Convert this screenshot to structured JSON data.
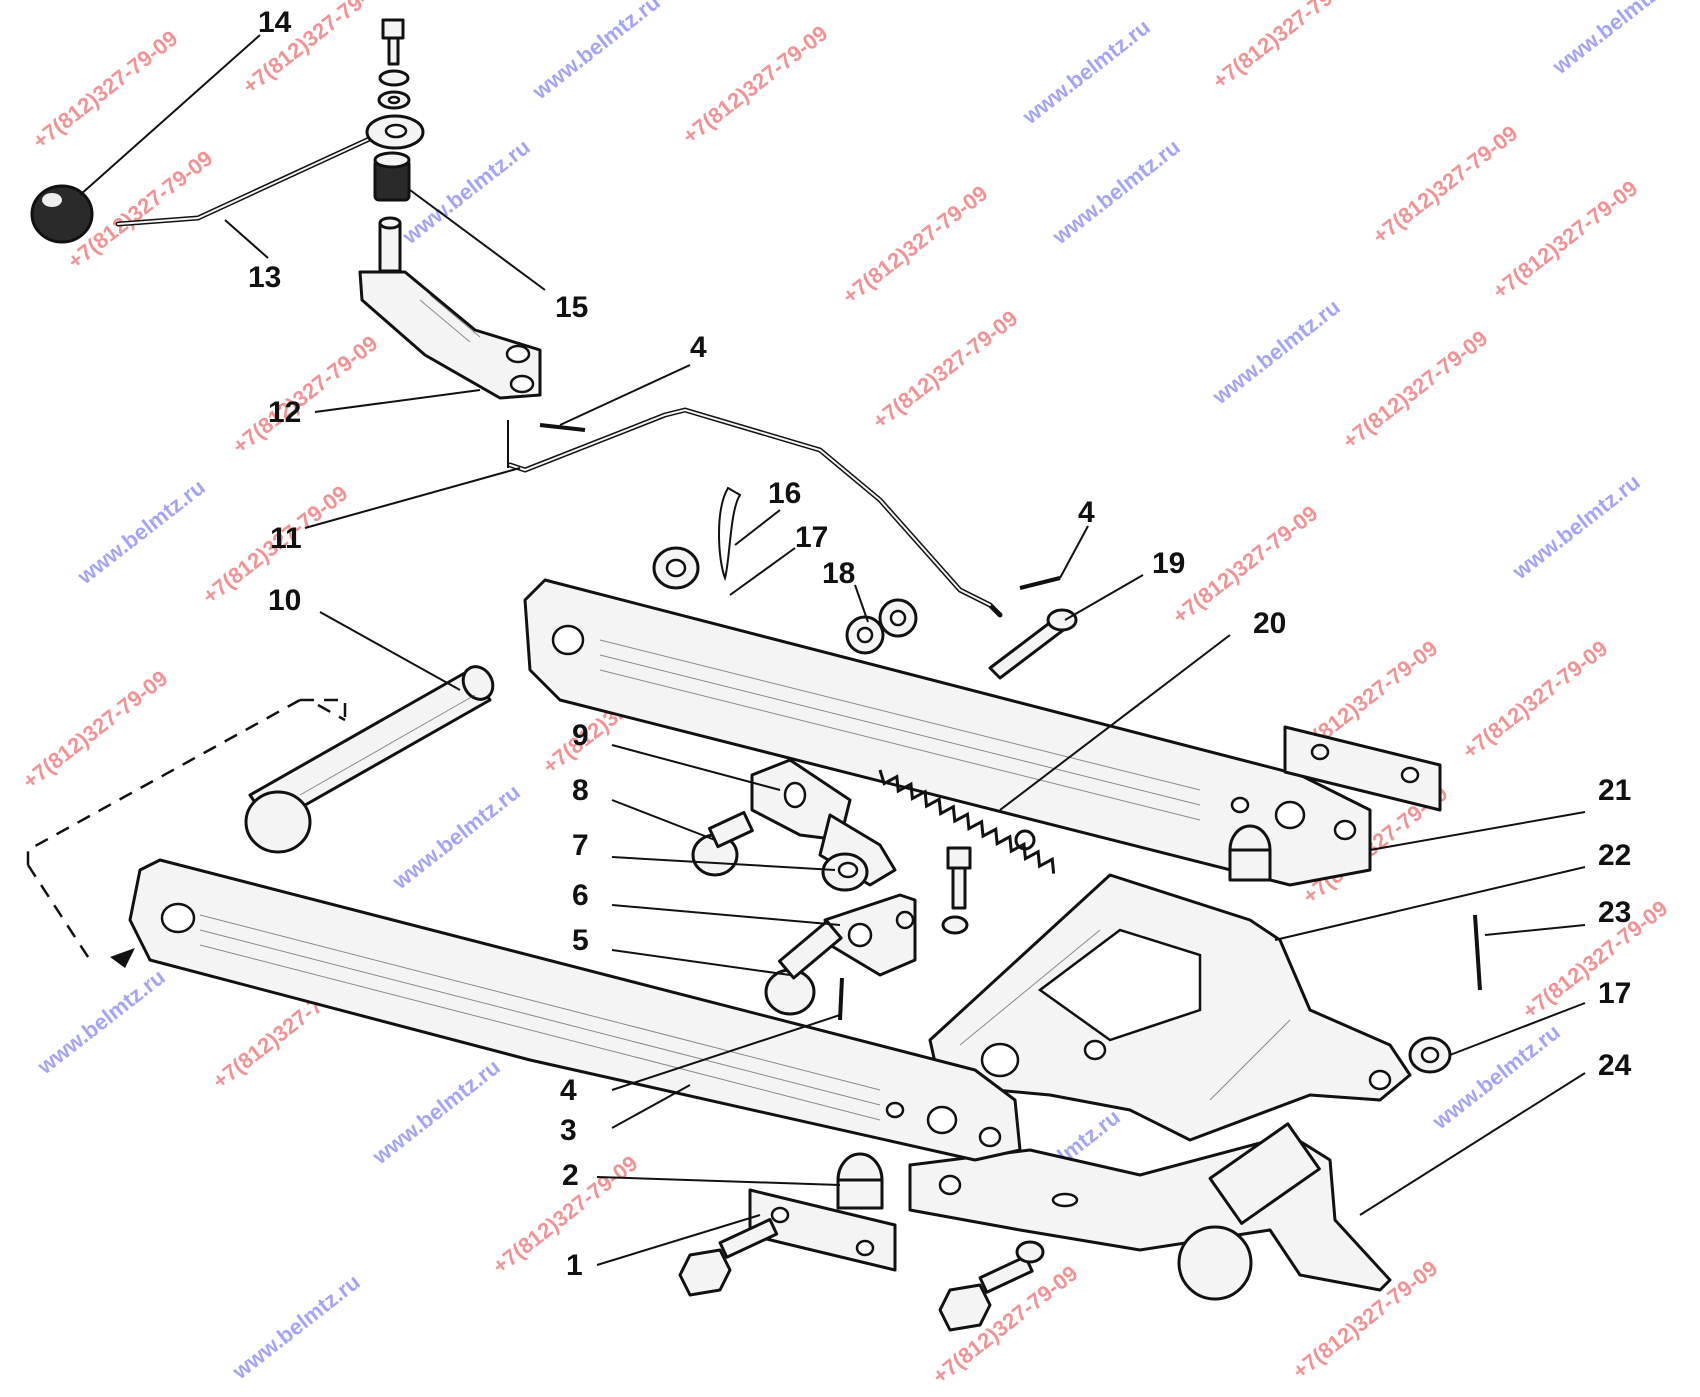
{
  "callouts": [
    {
      "id": "c14",
      "text": "14"
    },
    {
      "id": "c13",
      "text": "13"
    },
    {
      "id": "c15",
      "text": "15"
    },
    {
      "id": "c4a",
      "text": "4"
    },
    {
      "id": "c12",
      "text": "12"
    },
    {
      "id": "c11",
      "text": "11"
    },
    {
      "id": "c16",
      "text": "16"
    },
    {
      "id": "c17a",
      "text": "17"
    },
    {
      "id": "c18",
      "text": "18"
    },
    {
      "id": "c4b",
      "text": "4"
    },
    {
      "id": "c19",
      "text": "19"
    },
    {
      "id": "c20",
      "text": "20"
    },
    {
      "id": "c10",
      "text": "10"
    },
    {
      "id": "c9",
      "text": "9"
    },
    {
      "id": "c8",
      "text": "8"
    },
    {
      "id": "c7",
      "text": "7"
    },
    {
      "id": "c6",
      "text": "6"
    },
    {
      "id": "c5",
      "text": "5"
    },
    {
      "id": "c21",
      "text": "21"
    },
    {
      "id": "c22",
      "text": "22"
    },
    {
      "id": "c23",
      "text": "23"
    },
    {
      "id": "c17b",
      "text": "17"
    },
    {
      "id": "c24",
      "text": "24"
    },
    {
      "id": "c4c",
      "text": "4"
    },
    {
      "id": "c3",
      "text": "3"
    },
    {
      "id": "c2",
      "text": "2"
    },
    {
      "id": "c1",
      "text": "1"
    }
  ],
  "watermarks": {
    "phone": "+7(812)327-79-09",
    "site": "www.belmtz.ru"
  },
  "colors": {
    "watermark_phone": "#e83a3a",
    "watermark_site": "#5a5af0",
    "line": "#111111"
  }
}
